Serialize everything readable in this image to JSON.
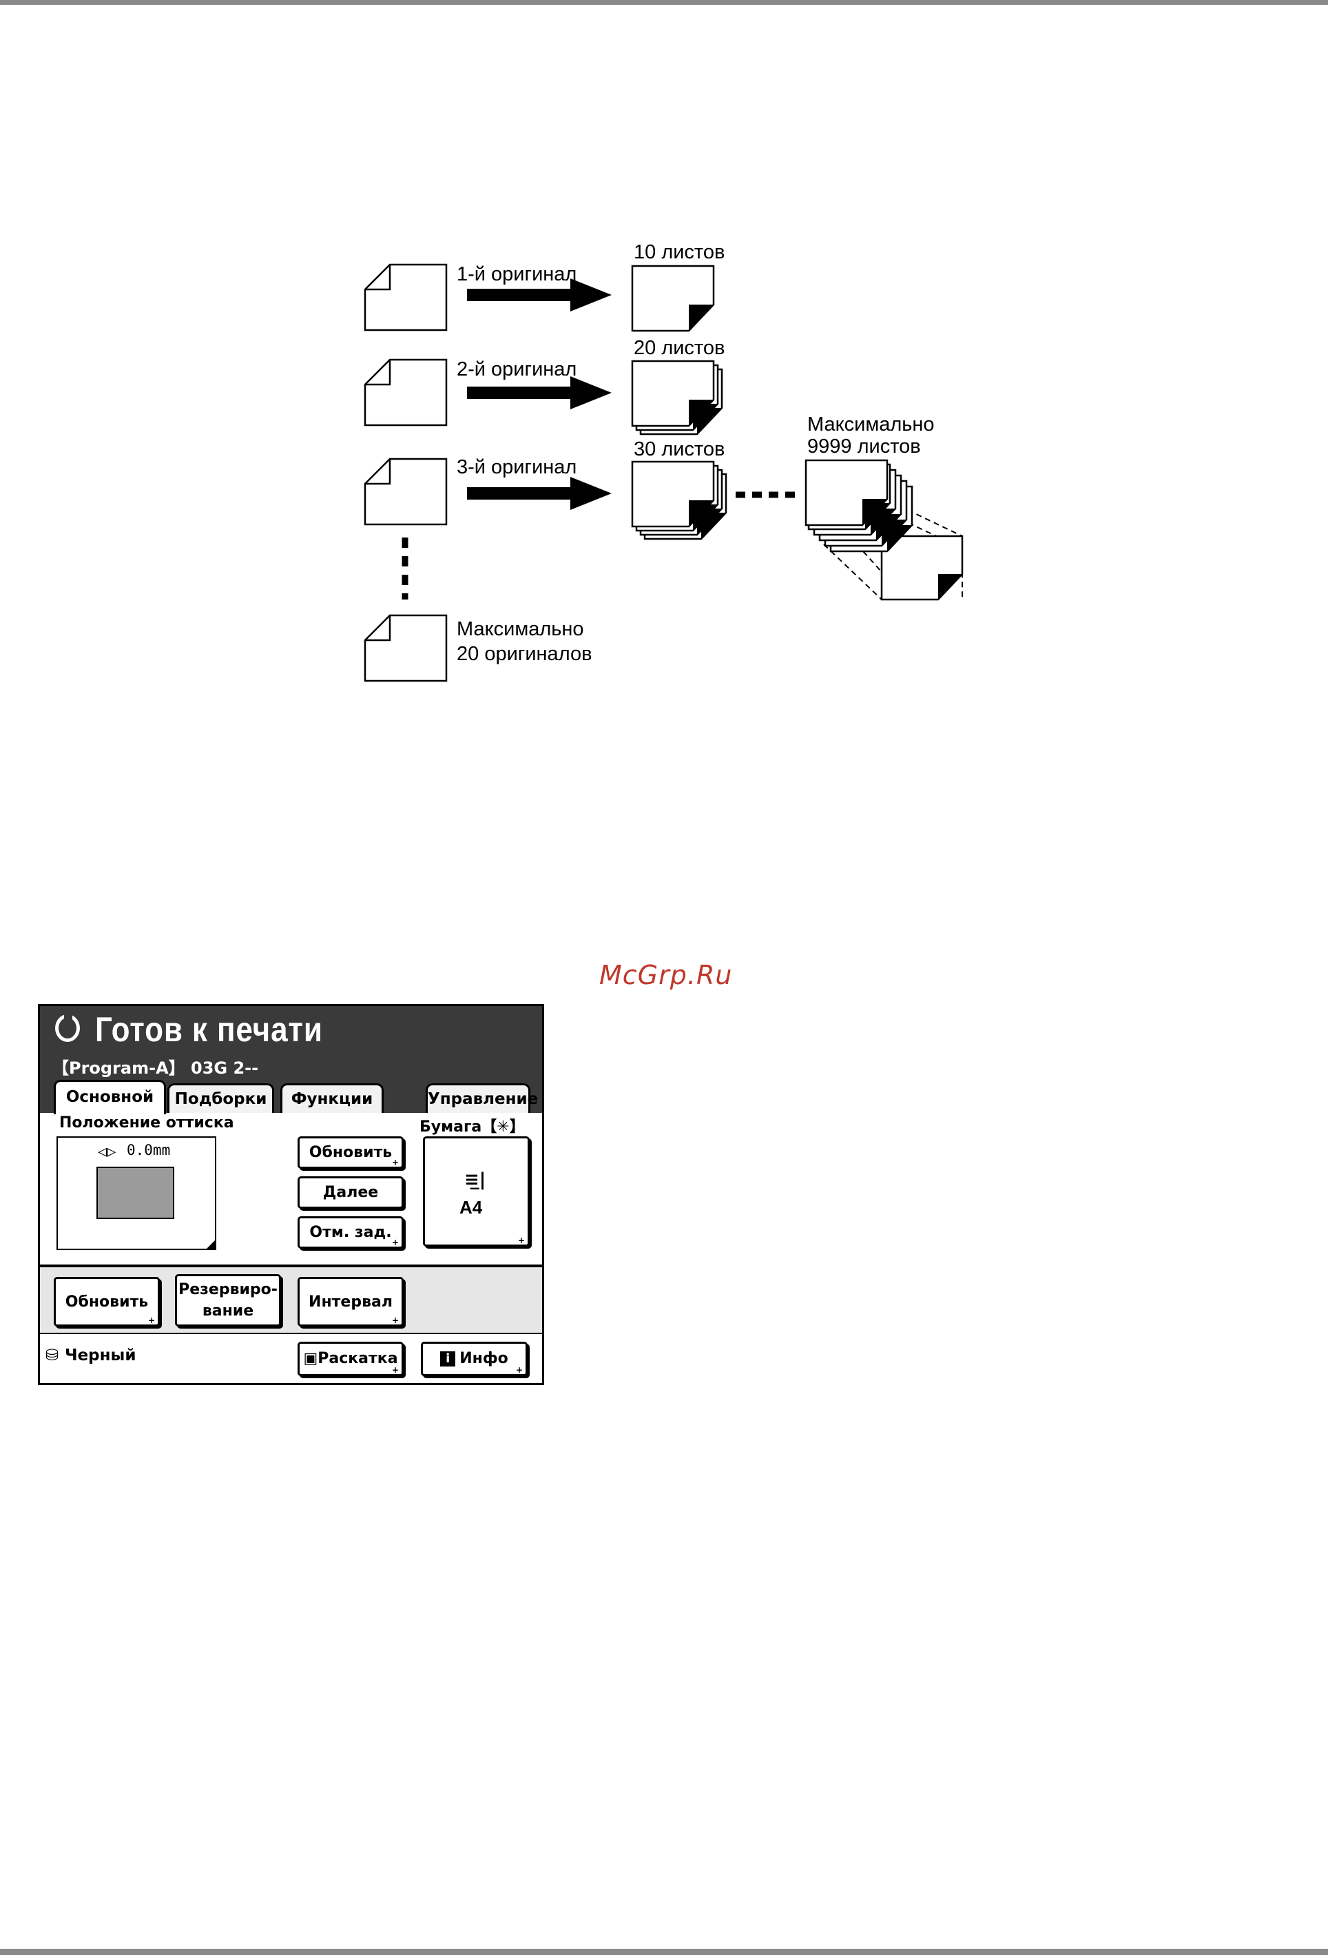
{
  "diagram": {
    "originals": [
      "1-й оригинал",
      "2-й оригинал",
      "3-й оригинал"
    ],
    "copies": [
      "10 листов",
      "20 листов",
      "30 листов"
    ],
    "max_copies": [
      "Максимально",
      "9999 листов"
    ],
    "max_originals": [
      "Максимально",
      "20 оригиналов"
    ]
  },
  "watermark": "McGrp.Ru",
  "panel": {
    "status_title": "Готов к печати",
    "job_line": "【Program-A】 03G  2--",
    "tabs": [
      "Основной",
      "Подборки",
      "Функции",
      "Управление"
    ],
    "active_tab": "Основной",
    "position_label": "Положение оттиска",
    "position_readout": "0.0mm",
    "buttons_right": [
      "Обновить",
      "Далее",
      "Отм. зад."
    ],
    "paper_label": "Бумага",
    "paper_mark": "【✳】",
    "paper_size": "A4",
    "row2_buttons": [
      "Обновить",
      "Резервиро-\nвание",
      "Интервал"
    ],
    "ink_color": "Черный",
    "footer_buttons": [
      "Раскатка",
      "Инфо"
    ],
    "colors": {
      "header": "#3a3a3a",
      "preview_area": "#9b9b9b",
      "row2_bg": "#e6e6e6",
      "watermark": "#c0392b"
    }
  }
}
